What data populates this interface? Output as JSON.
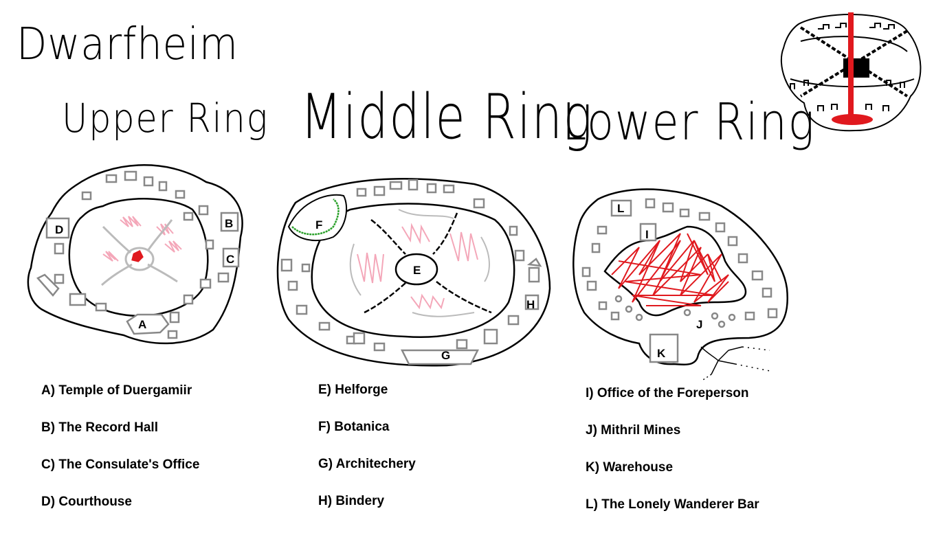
{
  "title": "Dwarfheim",
  "rings": {
    "upper": {
      "title": "Upper Ring"
    },
    "middle": {
      "title": "Middle Ring"
    },
    "lower": {
      "title": "Lower Ring"
    }
  },
  "map_labels": [
    "A",
    "B",
    "C",
    "D",
    "E",
    "F",
    "G",
    "H",
    "I",
    "J",
    "K",
    "L"
  ],
  "legend": {
    "upper": [
      "A) Temple of Duergamiir",
      "B) The Record Hall",
      "C) The Consulate's Office",
      "D) Courthouse"
    ],
    "middle": [
      "E) Helforge",
      "F) Botanica",
      "G) Architechery",
      "H) Bindery"
    ],
    "lower": [
      "I) Office of the Foreperson",
      "J) Mithril Mines",
      "K) Warehouse",
      "L) The Lonely Wanderer Bar"
    ]
  },
  "colors": {
    "ink": "#000000",
    "building": "#888888",
    "pink": "#f4a7b9",
    "red": "#e0191e",
    "green": "#2aa02a",
    "gray": "#bbbbbb"
  }
}
